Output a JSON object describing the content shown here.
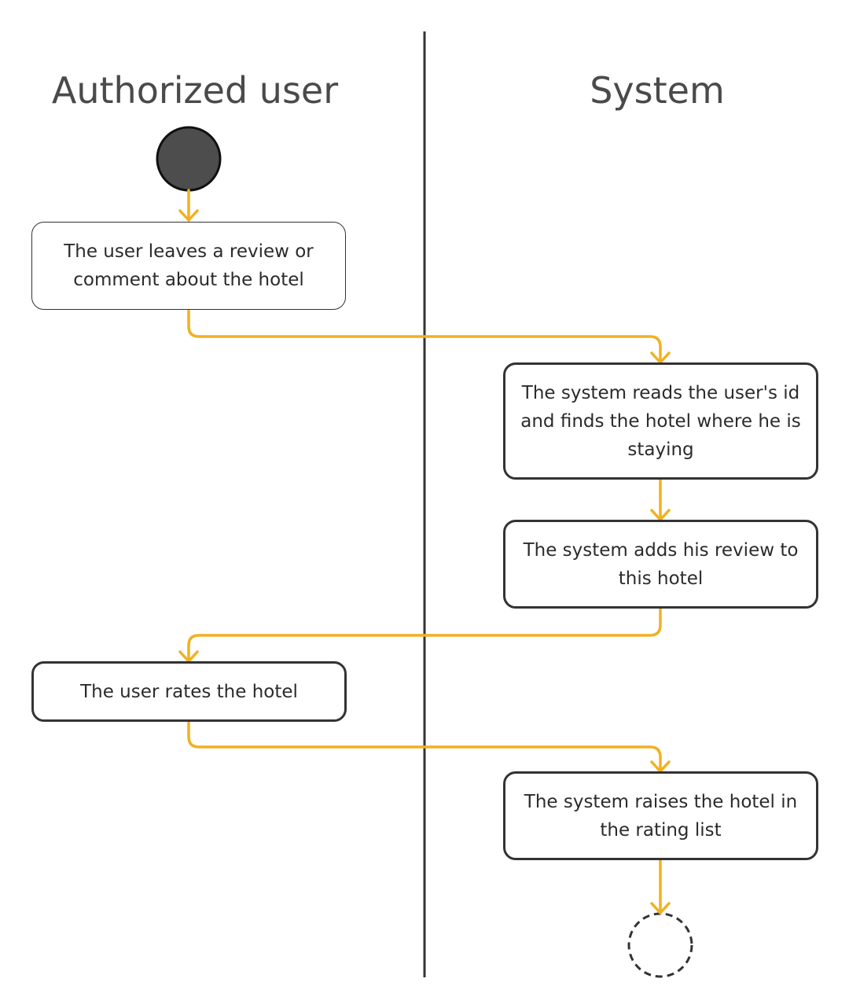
{
  "lanes": {
    "left_title": "Authorized user",
    "right_title": "System"
  },
  "activities": {
    "a1": "The user leaves a review or comment about the hotel",
    "a2": "The system reads the user's id and finds the hotel where he is staying",
    "a3": "The system adds his review to this hotel",
    "a4": "The user rates the hotel",
    "a5": "The system raises the hotel in the rating list"
  },
  "colors": {
    "arrow": "#f0b121",
    "node_fill": "#4d4d4d",
    "stroke": "#333333",
    "title_text": "#4a4a4a"
  }
}
